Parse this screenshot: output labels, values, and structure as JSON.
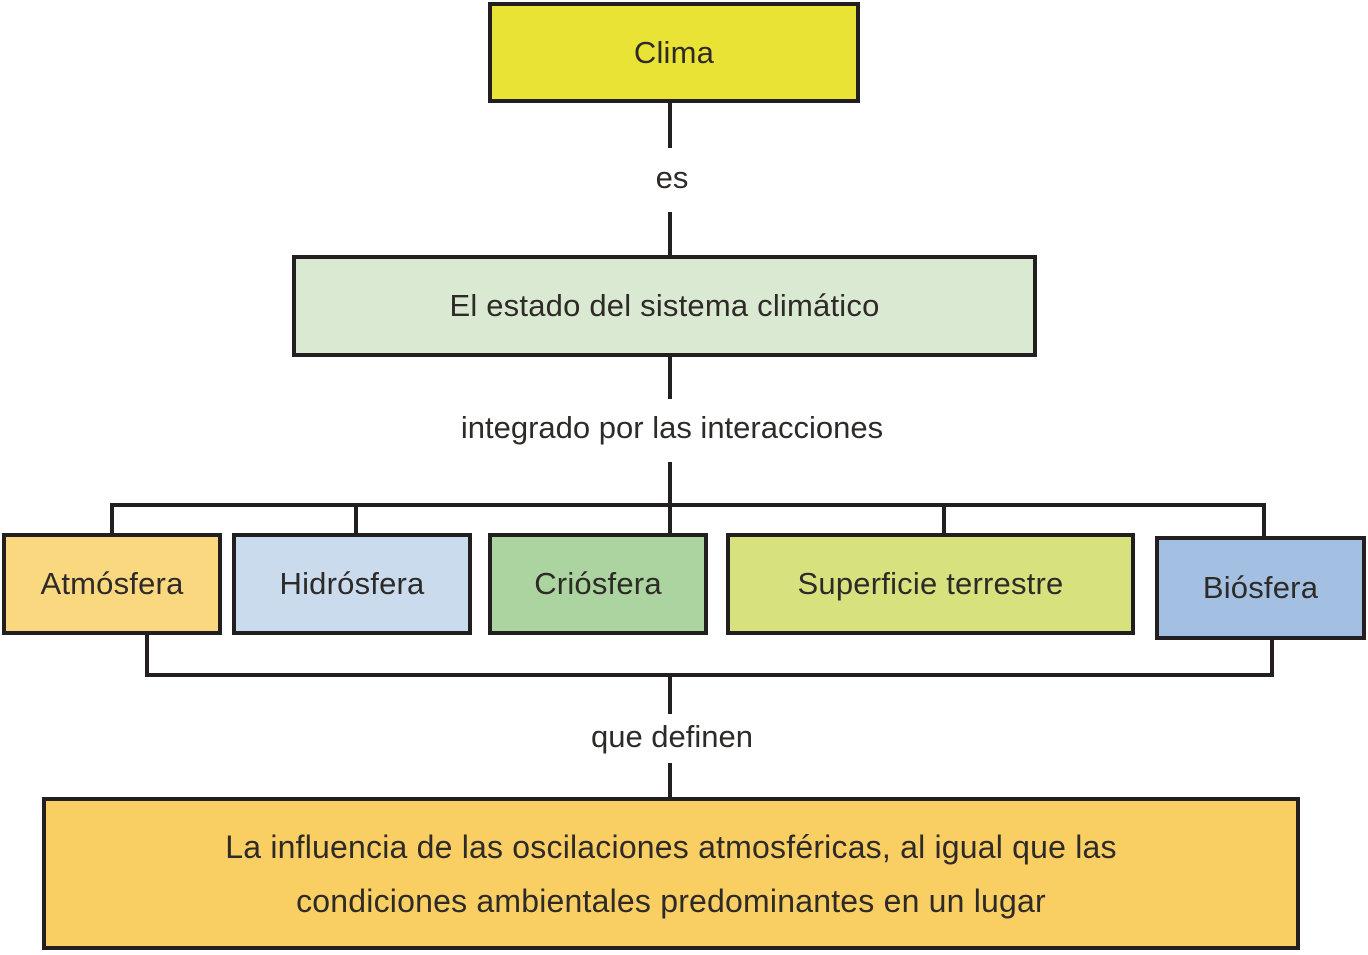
{
  "line_color": "#231f20",
  "text_color": "#2e2a27",
  "background": "#ffffff",
  "nodes": {
    "clima": {
      "label": "Clima",
      "fill": "#e8e334"
    },
    "estado": {
      "label": "El estado del sistema climático",
      "fill": "#d9e9d2"
    },
    "atmosfera": {
      "label": "Atmósfera",
      "fill": "#fad880"
    },
    "hidrosfera": {
      "label": "Hidrósfera",
      "fill": "#c9dbed"
    },
    "criosfera": {
      "label": "Criósfera",
      "fill": "#abd4a1"
    },
    "superficie_terrestre": {
      "label": "Superficie terrestre",
      "fill": "#d7e27f"
    },
    "biosfera": {
      "label": "Biósfera",
      "fill": "#a3c0e2"
    },
    "influencia": {
      "line1": "La influencia de las oscilaciones atmosféricas, al igual que las",
      "line2": "condiciones ambientales predominantes en un lugar",
      "fill": "#f9ce63"
    }
  },
  "connector_labels": {
    "es": "es",
    "integrado": "integrado por las interacciones",
    "que_definen": "que definen"
  }
}
